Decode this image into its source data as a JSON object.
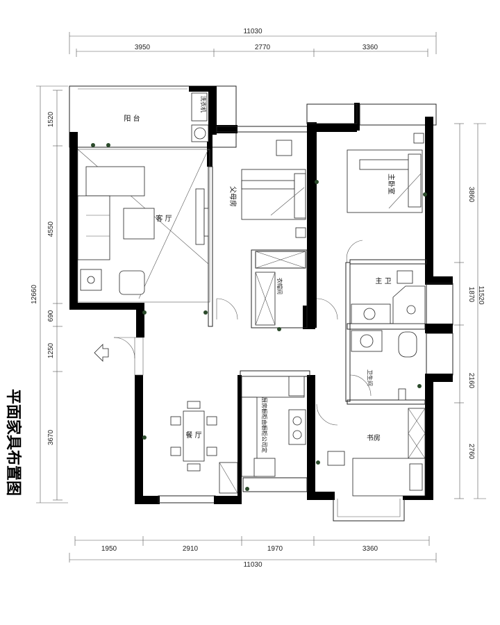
{
  "title": "平面家具布置图",
  "dimensions": {
    "top_total": "11030",
    "top_segments": [
      "3950",
      "2770",
      "3360"
    ],
    "bottom_total": "11030",
    "bottom_segments": [
      "1950",
      "2910",
      "1970",
      "3360"
    ],
    "left_total": "12660",
    "left_segments": [
      "1520",
      "4550",
      "690",
      "1250",
      "3670"
    ],
    "right_total": "11520",
    "right_segments": [
      "3860",
      "1870",
      "2160",
      "2760"
    ]
  },
  "rooms": {
    "balcony": "阳 台",
    "laundry": "洗衣机",
    "living_room": "客 厅",
    "parents_room": "父母房",
    "master_bedroom": "主卧室",
    "closet": "衣帽间",
    "master_bath": "主 卫",
    "bathroom": "卫生间",
    "dining_room": "餐 厅",
    "kitchen_note": "厨房橱柜由橱柜公司定",
    "study": "书房"
  }
}
